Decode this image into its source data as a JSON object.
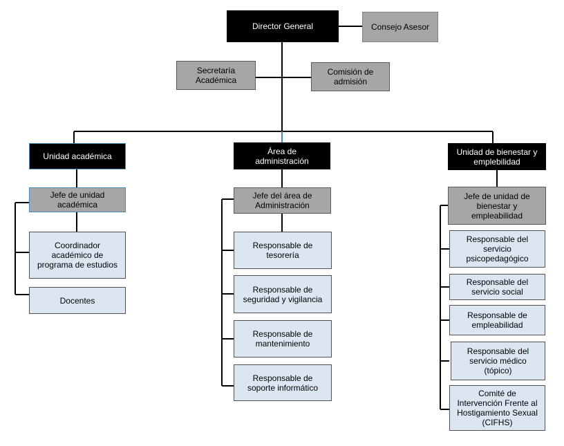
{
  "top": {
    "director": "Director General",
    "consejo": "Consejo Asesor",
    "secretaria": "Secretaría\nAcadémica",
    "comision": "Comisión de\nadmisión"
  },
  "branches": {
    "academica": {
      "head": "Unidad académica",
      "jefe": "Jefe de unidad\nacadémica",
      "items": [
        "Coordinador\nacadémico de\nprograma de estudios",
        "Docentes"
      ]
    },
    "administracion": {
      "head": "Área de\nadministración",
      "jefe": "Jefe del área de\nAdministración",
      "items": [
        "Responsable de\ntesorería",
        "Responsable de\nseguridad y vigilancia",
        "Responsable de\nmantenimiento",
        "Responsable de\nsoporte informático"
      ]
    },
    "bienestar": {
      "head": "Unidad de bienestar y\nemplebilidad",
      "jefe": "Jefe de unidad de\nbienestar y\nempleabilidad",
      "items": [
        "Responsable del\nservicio\npsicopedagógico",
        "Responsable del\nservicio social",
        "Responsable de\nempleabilidad",
        "Responsable del\nservicio médico\n(tópico)",
        "Comité de\nIntervención Frente al\nHostigamiento Sexual\n(CIFHS)"
      ]
    }
  },
  "colors": {
    "head_fill": "#000000",
    "jefe_fill": "#a6a6a6",
    "item_fill": "#dce6f2",
    "line": "#000000",
    "accent_line": "#4a86b0"
  }
}
